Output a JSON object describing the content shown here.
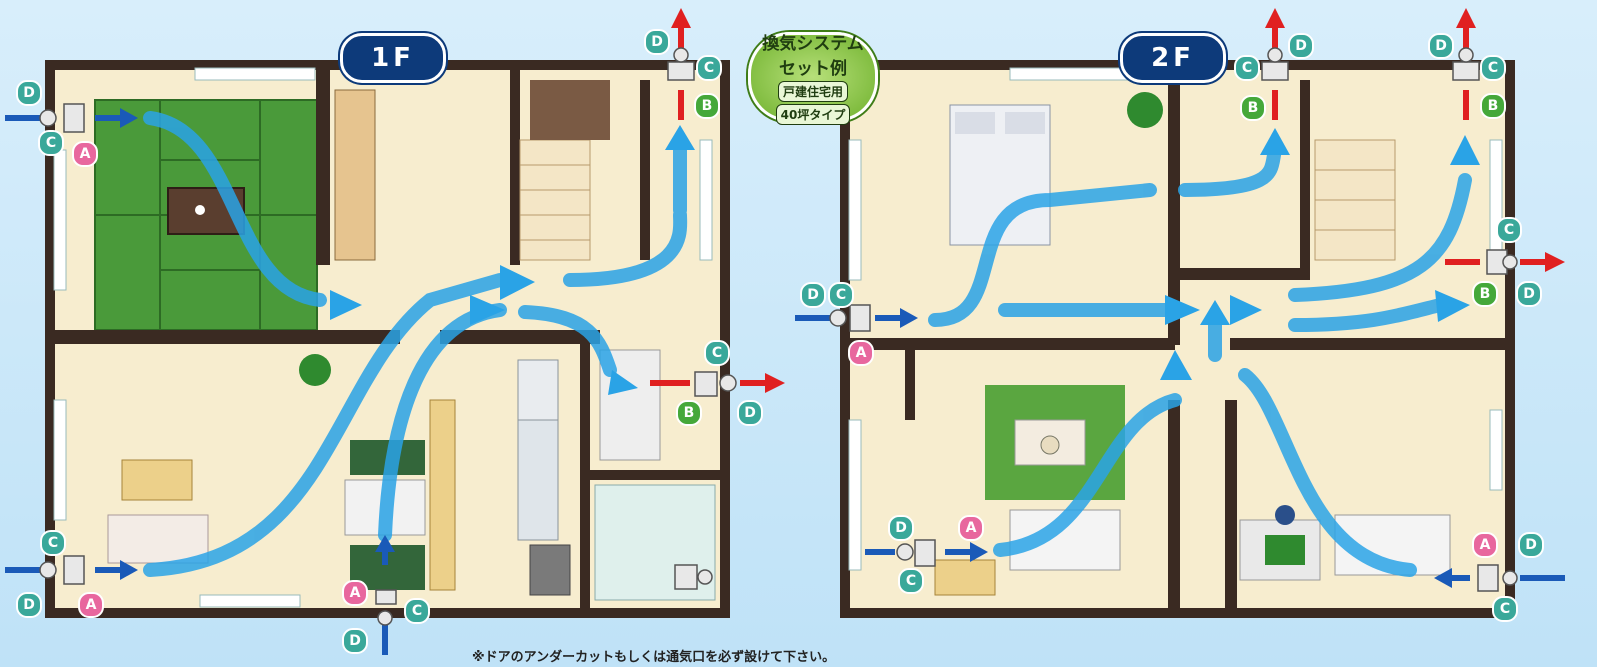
{
  "title_badge": {
    "line1": "換気システム",
    "line2": "セット例",
    "line3": "戸建住宅用",
    "line4": "40坪タイプ"
  },
  "floors": [
    "1F",
    "2F"
  ],
  "note": "※ドアのアンダーカットもしくは通気口を必ず設けて下さい。",
  "colors": {
    "floor_beige": "#f7edcf",
    "wall": "#3a2a22",
    "tatami": "#4a9a3a",
    "flow": "#2aa3e6",
    "in_arrow": "#1a5ab8",
    "out_arrow": "#e02020"
  },
  "markers": {
    "floor1": [
      {
        "t": "D",
        "c": "D"
      },
      {
        "t": "C",
        "c": "C"
      },
      {
        "t": "A",
        "c": "A"
      },
      {
        "t": "D",
        "c": "D"
      },
      {
        "t": "C",
        "c": "C"
      },
      {
        "t": "B",
        "c": "B"
      },
      {
        "t": "C",
        "c": "C"
      },
      {
        "t": "B",
        "c": "B"
      },
      {
        "t": "D",
        "c": "D"
      },
      {
        "t": "C",
        "c": "C"
      },
      {
        "t": "D",
        "c": "D"
      },
      {
        "t": "A",
        "c": "A"
      },
      {
        "t": "A",
        "c": "A"
      },
      {
        "t": "C",
        "c": "C"
      },
      {
        "t": "D",
        "c": "D"
      }
    ],
    "floor2": [
      {
        "t": "C",
        "c": "C"
      },
      {
        "t": "D",
        "c": "D"
      },
      {
        "t": "B",
        "c": "B"
      },
      {
        "t": "D",
        "c": "D"
      },
      {
        "t": "C",
        "c": "C"
      },
      {
        "t": "B",
        "c": "B"
      },
      {
        "t": "D",
        "c": "D"
      },
      {
        "t": "C",
        "c": "C"
      },
      {
        "t": "A",
        "c": "A"
      },
      {
        "t": "C",
        "c": "C"
      },
      {
        "t": "B",
        "c": "B"
      },
      {
        "t": "D",
        "c": "D"
      },
      {
        "t": "D",
        "c": "D"
      },
      {
        "t": "A",
        "c": "A"
      },
      {
        "t": "C",
        "c": "C"
      },
      {
        "t": "A",
        "c": "A"
      },
      {
        "t": "D",
        "c": "D"
      },
      {
        "t": "C",
        "c": "C"
      }
    ]
  }
}
